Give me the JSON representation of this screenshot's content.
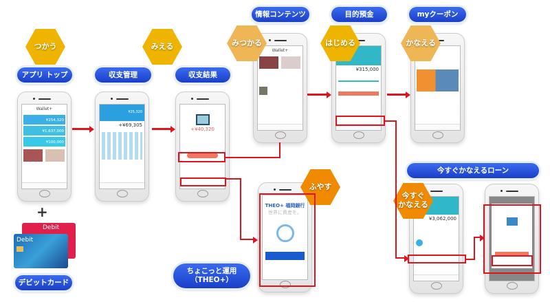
{
  "labels": {
    "app_top": "アプリ トップ",
    "kashi_kanri": "収支管理",
    "kashi_kekka": "収支結果",
    "joho": "情報コンテンツ",
    "mokuteki": "目的預金",
    "coupon": "myクーポン",
    "loan": "今すぐかなえるローン",
    "theo_line1": "ちょこっと運用",
    "theo_line2": "（THEO+）",
    "debit": "デビットカード"
  },
  "hexes": {
    "tsukau": "つかう",
    "mieru": "みえる",
    "mitsukaru": "みつかる",
    "hajimeru": "はじめる",
    "kanaeru": "かなえる",
    "fuyasu": "ふやす",
    "imasugu1": "今すぐ",
    "imasugu2": "かなえる"
  },
  "colors": {
    "pill": "#2a55dc",
    "hex_gold": "#efb400",
    "hex_light": "#efb655",
    "hex_orange": "#f08a00",
    "highlight": "#e0141e"
  },
  "screens": {
    "top": {
      "brand": "Wallet+",
      "amounts": [
        "¥254,320",
        "¥1,637,000",
        "¥100,000"
      ]
    },
    "kanri": {
      "amount": "+¥69,305",
      "sub": "¥25,320"
    },
    "kekka": {
      "amount": "+¥40,320"
    },
    "joho": {
      "brand": "Wallet+"
    },
    "mokuteki": {
      "amount": "¥315,000"
    },
    "theo": {
      "brand": "THEO+ 福岡銀行",
      "tagline": "世界に資産を。"
    },
    "loan": {
      "amount": "¥3,062,000"
    }
  },
  "plus": "+",
  "debit_card": "Debit"
}
